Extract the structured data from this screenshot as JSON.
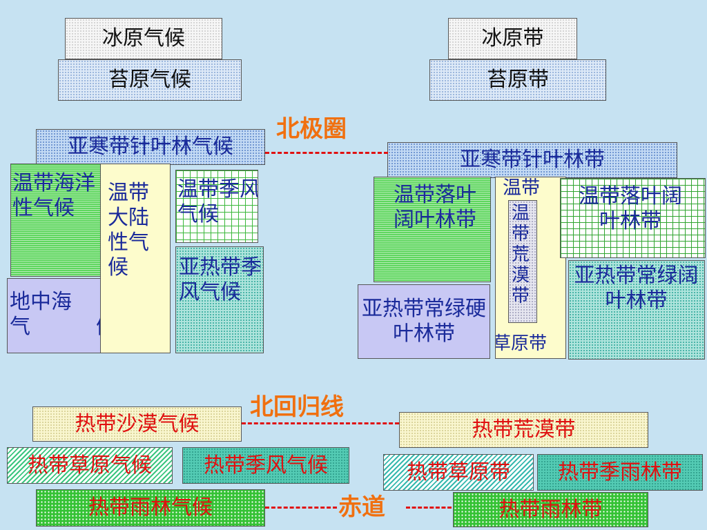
{
  "climates": {
    "ice_cap": "冰原气候",
    "tundra": "苔原气候",
    "subarctic": "亚寒带针叶林气候",
    "temperate_marine": "温带海洋性气候",
    "temperate_continental": "温带大陆性气候",
    "temperate_monsoon": "温带季风气候",
    "subtropical_monsoon": "亚热带季风气候",
    "mediterranean_1": "地中海",
    "mediterranean_2": "气",
    "mediterranean_3": "候",
    "tropical_desert": "热带沙漠气候",
    "tropical_savanna": "热带草原气候",
    "tropical_monsoon": "热带季风气候",
    "tropical_rainforest": "热带雨林气候"
  },
  "zones": {
    "ice_cap": "冰原带",
    "tundra": "苔原带",
    "taiga": "亚寒带针叶林带",
    "temperate_deciduous_left": "温带落叶阔叶林带",
    "temperate_top": "温带",
    "temperate_desert": "温带荒漠带",
    "grassland": "草原带",
    "temperate_deciduous_right": "温带落叶阔叶林带",
    "subtropical_evergreen_broadleaf": "亚热带常绿阔叶林带",
    "subtropical_sclerophyll": "亚热带常绿硬叶林带",
    "tropical_desert": "热带荒漠带",
    "tropical_grassland": "热带草原带",
    "tropical_monsoon_forest": "热带季雨林带",
    "tropical_rainforest": "热带雨林带"
  },
  "lines": {
    "arctic_circle": "北极圈",
    "tropic_of_cancer": "北回归线",
    "equator": "赤道"
  },
  "colors": {
    "text_blue": "#1a2a9a",
    "text_red": "#e01010",
    "label_orange": "#f07010",
    "dash_red": "#e01010",
    "background": "#c6e2f2"
  }
}
